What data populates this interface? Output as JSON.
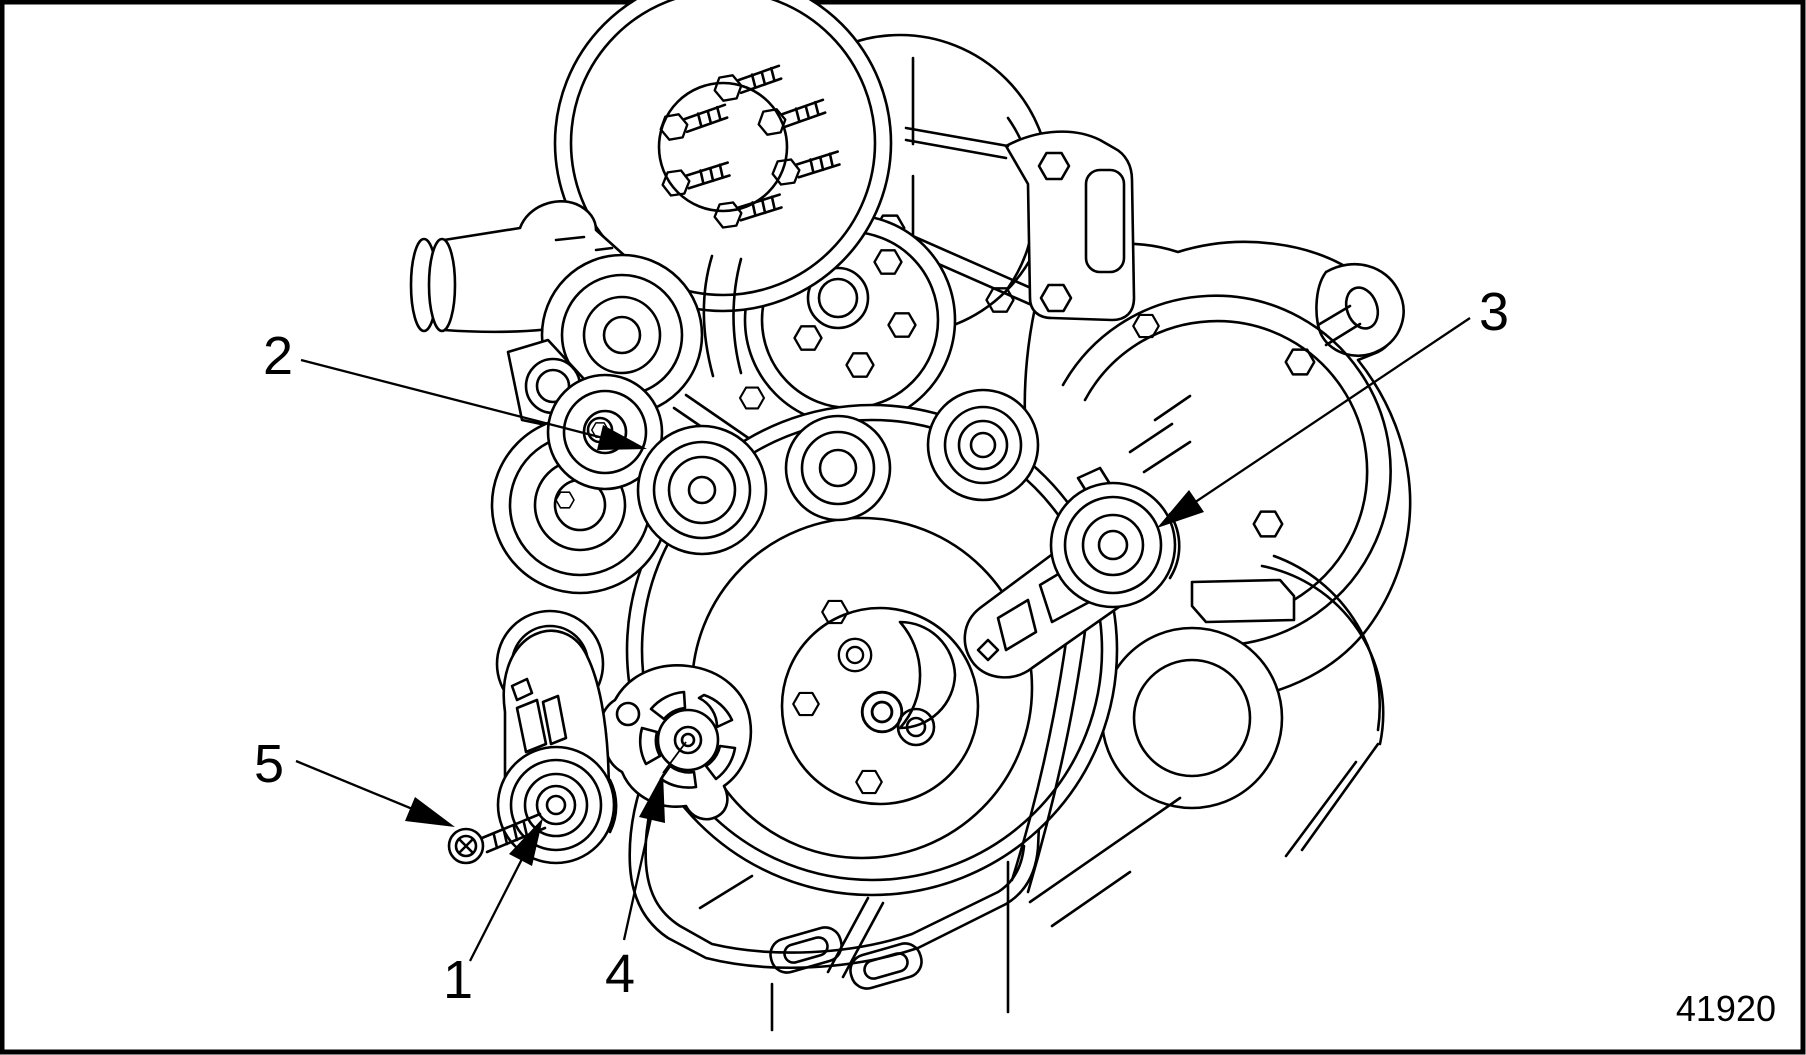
{
  "figure": {
    "number": "41920"
  },
  "callouts": [
    {
      "label": "1"
    },
    {
      "label": "2"
    },
    {
      "label": "3"
    },
    {
      "label": "4"
    },
    {
      "label": "5"
    }
  ],
  "style": {
    "ink": "#000000",
    "paper": "#ffffff"
  }
}
